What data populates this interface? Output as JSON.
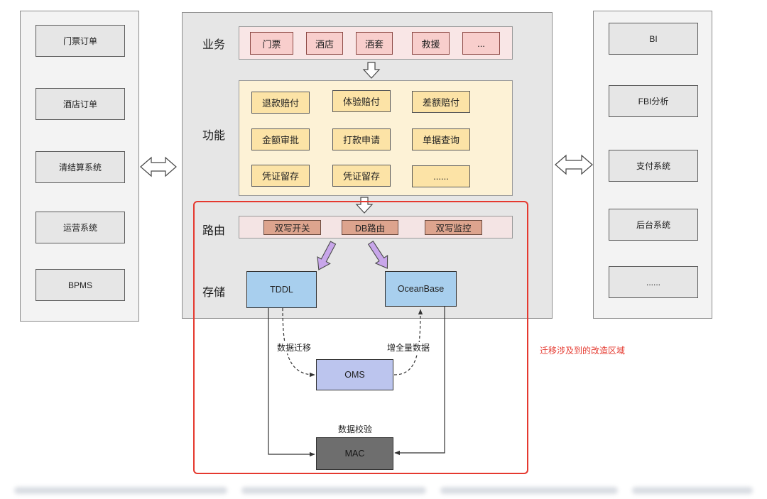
{
  "left_panel": {
    "items": [
      "门票订单",
      "酒店订单",
      "清结算系统",
      "运营系统",
      "BPMS"
    ]
  },
  "right_panel": {
    "items": [
      "BI",
      "FBI分析",
      "支付系统",
      "后台系统",
      "......"
    ]
  },
  "center": {
    "business": {
      "label": "业务",
      "items": [
        "门票",
        "酒店",
        "酒套",
        "救援",
        "..."
      ]
    },
    "function": {
      "label": "功能",
      "rows": [
        [
          "退款赔付",
          "体验赔付",
          "差额赔付"
        ],
        [
          "金额审批",
          "打款申请",
          "单据查询"
        ],
        [
          "凭证留存",
          "凭证留存",
          "......"
        ]
      ]
    },
    "routing": {
      "label": "路由",
      "items": [
        "双写开关",
        "DB路由",
        "双写监控"
      ]
    },
    "storage": {
      "label": "存储",
      "items": [
        "TDDL",
        "OceanBase"
      ]
    }
  },
  "migration": {
    "oms": "OMS",
    "mac": "MAC",
    "data_migration_label": "数据迁移",
    "incremental_label": "增全量数据",
    "verify_label": "数据校验"
  },
  "annotation": {
    "text": "迁移涉及到的改造区域"
  },
  "colors": {
    "panel_bg": "#f3f3f3",
    "center_bg": "#e6e6e6",
    "side_box_bg": "#e6e6e6",
    "business_row_bg": "#f9e6e6",
    "business_bg": "#f8cecc",
    "function_block_bg": "#fdf2d6",
    "function_bg": "#fce3a6",
    "routing_row_bg": "#f4e4e4",
    "routing_bg": "#dda48e",
    "storage_bg": "#a8cfee",
    "oms_bg": "#bcc5ee",
    "mac_bg": "#6e6e6e",
    "arrow_purple": "#c8a6ea",
    "highlight_red": "#e5392f"
  }
}
